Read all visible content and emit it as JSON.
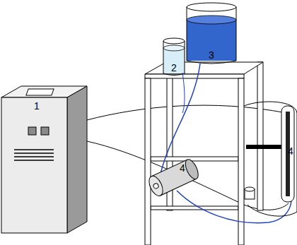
{
  "diagram": {
    "labels": [
      "1",
      "2",
      "3",
      "4",
      "4"
    ]
  }
}
